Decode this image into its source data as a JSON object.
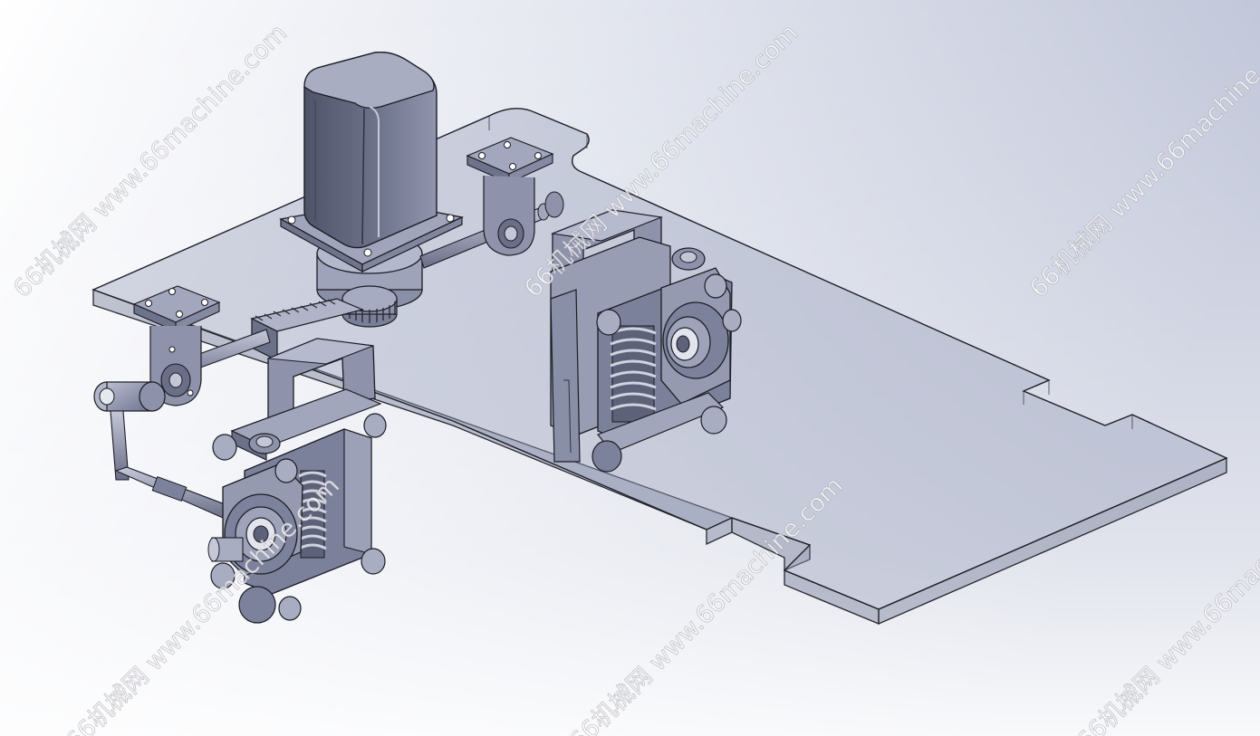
{
  "scene": {
    "subject": "cad-assembly-render",
    "colors": {
      "background_light": "#ffffff",
      "background_dark": "#a9b1c9",
      "plate_fill": "#9aa0b8",
      "part_dark": "#5c6178",
      "part_mid": "#8a8fa8",
      "part_light": "#b6bace",
      "outline": "#1b1c24"
    }
  },
  "watermarks": [
    {
      "text": "66机械网 www.66machine.com"
    },
    {
      "text": "66机械网 www.66machine.com"
    },
    {
      "text": "66机械网 www.66machine.com"
    },
    {
      "text": "66机械网 www.66machine.com"
    },
    {
      "text": "66机械网 www.66machine.com"
    },
    {
      "text": "66机械网 www.66machine.com"
    }
  ]
}
